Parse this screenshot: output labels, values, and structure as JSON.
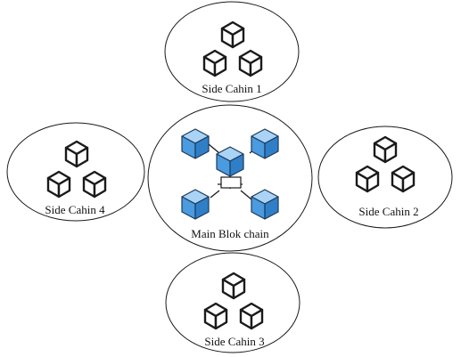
{
  "main": {
    "label": "Main Blok chain"
  },
  "side_chains": [
    {
      "label": "Side Cahin 1"
    },
    {
      "label": "Side Cahin 2"
    },
    {
      "label": "Side Cahin 3"
    },
    {
      "label": "Side Cahin 4"
    }
  ],
  "colors": {
    "outline": "#1a1a1a",
    "block_blue": "#4a9be0",
    "block_blue_light": "#a9d4f5",
    "block_stroke": "#1e3a5a"
  },
  "icons": {
    "side_block": "cube-outline-icon",
    "main_block": "cube-blue-icon"
  }
}
